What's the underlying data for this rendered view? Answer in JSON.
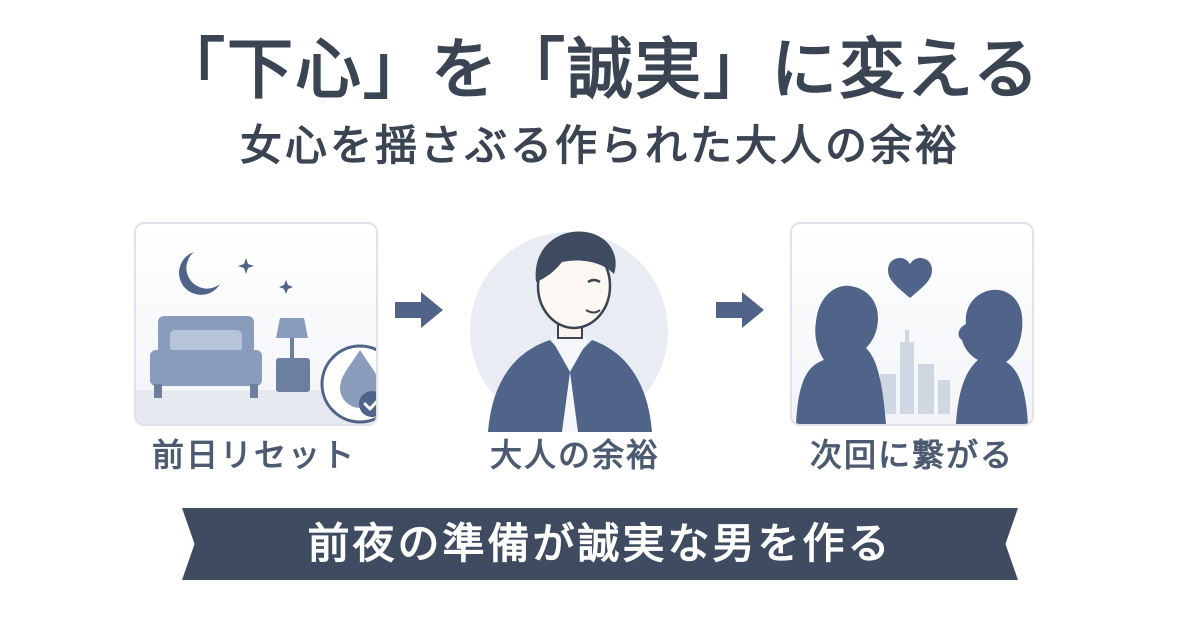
{
  "header": {
    "title": "「下心」を「誠実」に変える",
    "subtitle": "女心を揺さぶる作られた大人の余裕"
  },
  "steps": [
    {
      "label": "前日リセット",
      "icon": "bedroom-night-icon"
    },
    {
      "label": "大人の余裕",
      "icon": "calm-man-portrait-icon"
    },
    {
      "label": "次回に繋がる",
      "icon": "couple-heart-city-icon"
    }
  ],
  "banner": {
    "text": "前夜の準備が誠実な男を作る"
  },
  "colors": {
    "text": "#3a4452",
    "accent": "#4f6488",
    "banner": "#3f4b60",
    "panel_border": "#dfe3e9"
  }
}
